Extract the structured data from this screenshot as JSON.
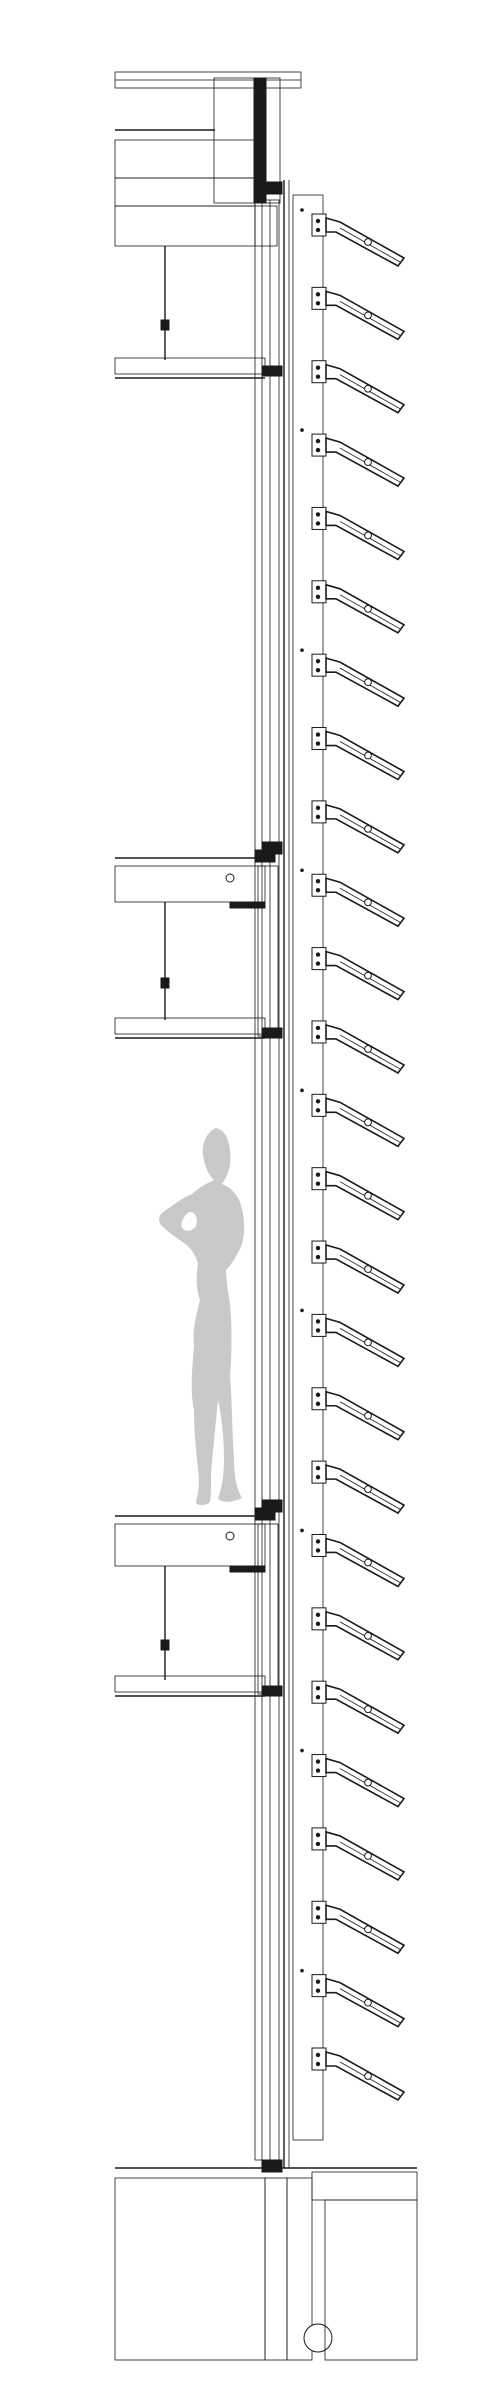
{
  "drawing": {
    "type": "facade-section",
    "louver_count": 26,
    "floor_levels": 4,
    "colors": {
      "line": "#1a1a1a",
      "concrete_hatch": "#6e6e6e",
      "silhouette": "#c9c9c9",
      "background": "#ffffff"
    }
  }
}
